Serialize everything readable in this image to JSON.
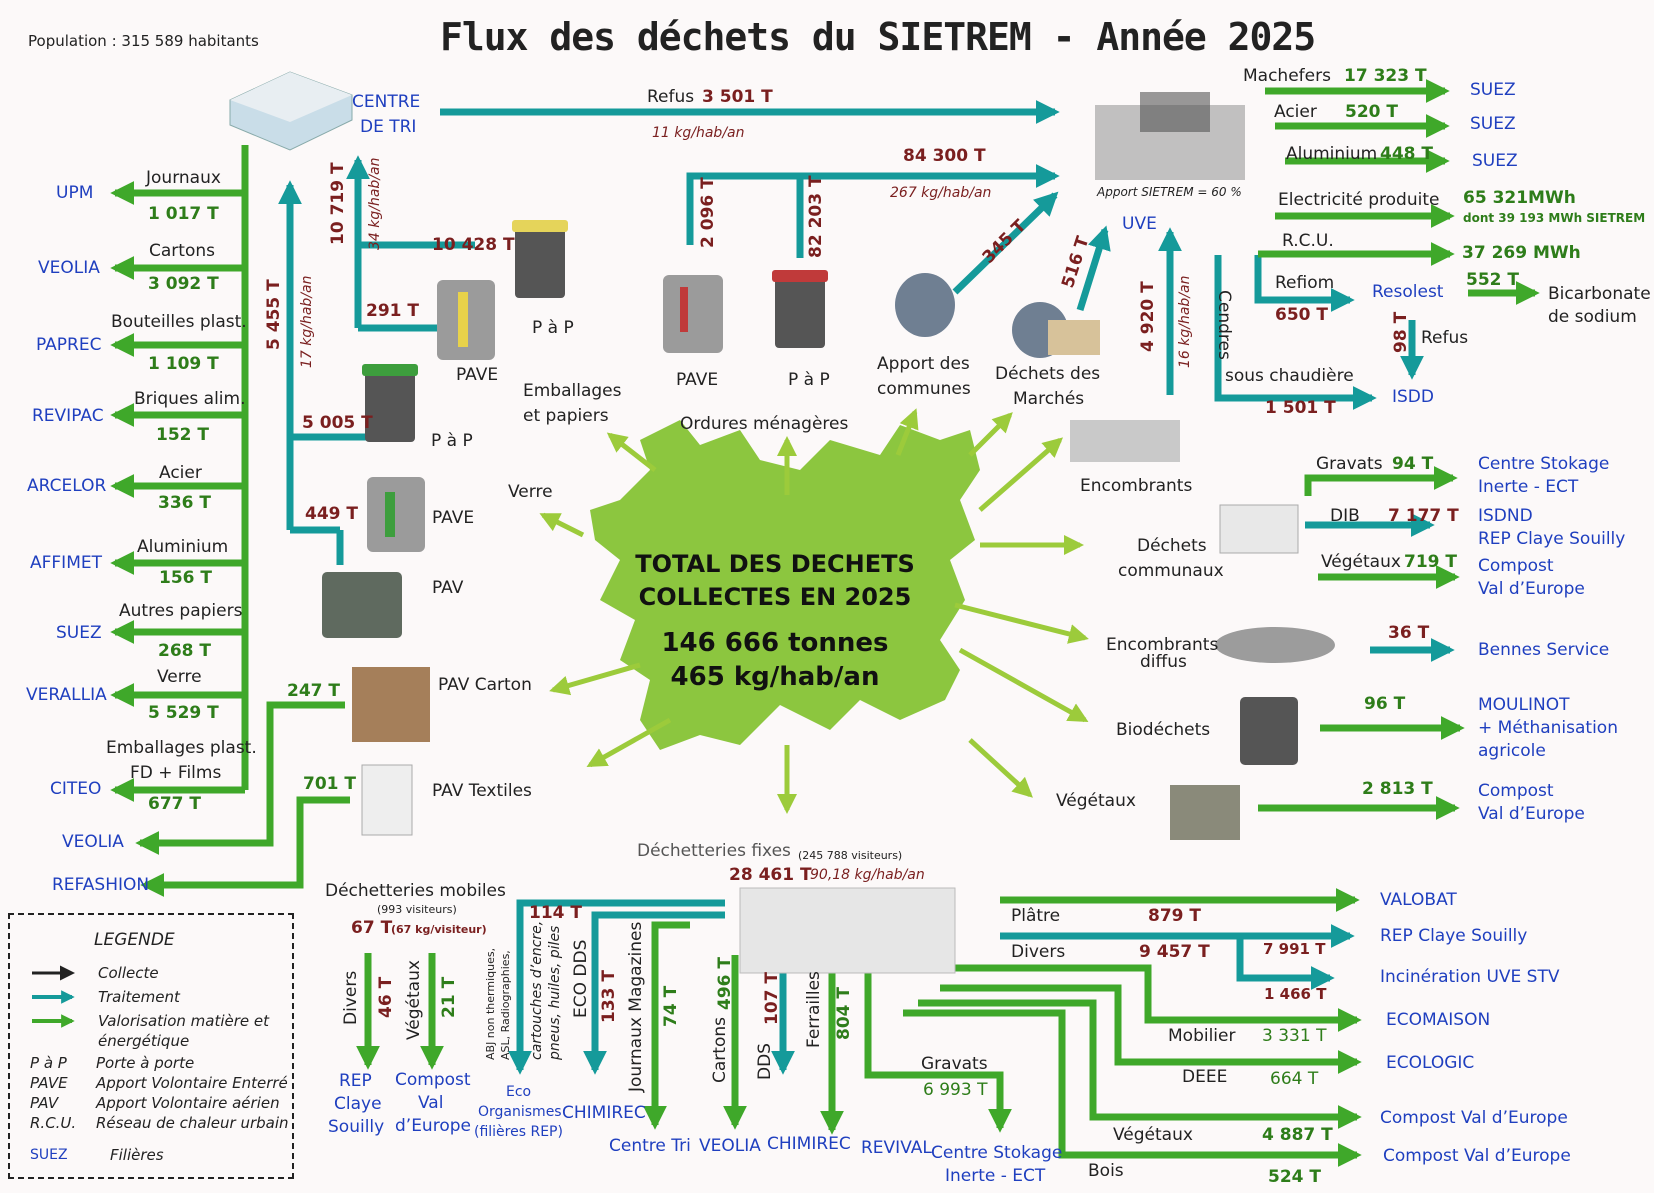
{
  "title": "Flux des déchets du SIETREM - Année 2025",
  "population": "Population : 315 589 habitants",
  "center": {
    "heading_1": "TOTAL DES DECHETS",
    "heading_2": "COLLECTES EN 2025",
    "tonnes": "146 666 tonnes",
    "per_hab": "465 kg/hab/an"
  },
  "centre_tri": {
    "label_1": "CENTRE",
    "label_2": "DE TRI",
    "refus_label": "Refus",
    "refus_value": "3 501 T",
    "refus_per_hab": "11 kg/hab/an",
    "inflow_value": "10 719 T",
    "inflow_per_hab": "34 kg/hab/an"
  },
  "verre_flow": {
    "value": "5 455 T",
    "per_hab": "17 kg/hab/an"
  },
  "outputs_left": [
    {
      "material": "Journaux",
      "tonnage": "1 017 T",
      "filiere": "UPM"
    },
    {
      "material": "Cartons",
      "tonnage": "3 092 T",
      "filiere": "VEOLIA"
    },
    {
      "material": "Bouteilles plast.",
      "tonnage": "1 109 T",
      "filiere": "PAPREC"
    },
    {
      "material": "Briques alim.",
      "tonnage": "152 T",
      "filiere": "REVIPAC"
    },
    {
      "material": "Acier",
      "tonnage": "336 T",
      "filiere": "ARCELOR"
    },
    {
      "material": "Aluminium",
      "tonnage": "156 T",
      "filiere": "AFFIMET"
    },
    {
      "material": "Autres papiers",
      "tonnage": "268 T",
      "filiere": "SUEZ"
    },
    {
      "material": "Verre",
      "tonnage": "5 529  T",
      "filiere": "VERALLIA"
    },
    {
      "material": "Emballages plast.",
      "material_2": "FD + Films",
      "tonnage": "677 T",
      "filiere": "CITEO"
    }
  ],
  "textiles_outputs": {
    "veolia": "VEOLIA",
    "refashion": "REFASHION"
  },
  "emballages": {
    "pap_value": "10 428 T",
    "pave_value": "291 T",
    "pap_label": "P à P",
    "pave_label": "PAVE",
    "group_label_1": "Emballages",
    "group_label_2": "et papiers"
  },
  "verre": {
    "pap_value": "5 005 T",
    "pave_value": "449 T",
    "pap_label": "P à P",
    "pave_label": "PAVE",
    "pav_label": "PAV",
    "group_label": "Verre"
  },
  "pav_carton": {
    "label": "PAV Carton",
    "value": "247 T"
  },
  "pav_textiles": {
    "label": "PAV Textiles",
    "value": "701 T"
  },
  "om": {
    "pave_value": "2 096 T",
    "pap_value": "82 203 T",
    "pave_label": "PAVE",
    "pap_label": "P à P",
    "group_label": "Ordures ménagères",
    "total_value": "84 300 T",
    "total_per_hab": "267 kg/hab/an"
  },
  "apport_communes": {
    "label_1": "Apport des",
    "label_2": "communes",
    "value": "345 T"
  },
  "marches": {
    "label_1": "Déchets des",
    "label_2": "Marchés",
    "value": "516 T"
  },
  "uve": {
    "label": "UVE",
    "apport_note": "Apport SIETREM = 60 %",
    "encombrants_value": "4 920 T",
    "encombrants_per_hab": "16 kg/hab/an"
  },
  "uve_outputs": [
    {
      "material": "Machefers",
      "tonnage": "17 323 T",
      "filiere": "SUEZ"
    },
    {
      "material": "Acier",
      "tonnage": "520 T",
      "filiere": "SUEZ"
    },
    {
      "material": "Aluminium",
      "tonnage": "448 T",
      "filiere": "SUEZ"
    }
  ],
  "energy": {
    "elec_label": "Electricité produite",
    "elec_value": "65 321MWh",
    "elec_note": "dont 39 193 MWh SIETREM",
    "rcu_label": "R.C.U.",
    "rcu_value": "37 269 MWh"
  },
  "refiom": {
    "label": "Refiom",
    "value": "650 T",
    "dest": "Resolest",
    "bicarb_value": "552 T",
    "bicarb_1": "Bicarbonate",
    "bicarb_2": "de sodium",
    "refus_value": "98 T",
    "refus_label": "Refus"
  },
  "cendres": {
    "label": "Cendres",
    "label_2": "sous chaudière",
    "value": "1 501 T",
    "dest": "ISDD"
  },
  "encombrants": {
    "label": "Encombrants"
  },
  "communaux": {
    "label_1": "Déchets",
    "label_2": "communaux",
    "gravats_label": "Gravats",
    "gravats_value": "94 T",
    "gravats_dest_1": "Centre Stokage",
    "gravats_dest_2": "Inerte - ECT",
    "dib_label": "DIB",
    "dib_value": "7 177 T",
    "dib_dest_1": "ISDND",
    "dib_dest_2": "REP Claye Souilly",
    "veg_label": "Végétaux",
    "veg_value": "719 T",
    "veg_dest_1": "Compost",
    "veg_dest_2": "Val d’Europe"
  },
  "diffus": {
    "label_1": "Encombrants",
    "label_2": "diffus",
    "value": "36 T",
    "dest": "Bennes Service"
  },
  "biodechets": {
    "label": "Biodéchets",
    "value": "96 T",
    "dest_1": "MOULINOT",
    "dest_2": "+ Méthanisation",
    "dest_3": "agricole"
  },
  "vegetaux": {
    "label": "Végétaux",
    "value": "2 813 T",
    "dest_1": "Compost",
    "dest_2": "Val d’Europe"
  },
  "dechetteries_fixes": {
    "label": "Déchetteries fixes",
    "visitors": "(245 788 visiteurs)",
    "value": "28 461 T",
    "per_hab": "90,18 kg/hab/an"
  },
  "dechetteries_mobiles": {
    "label": "Déchetteries mobiles",
    "visitors": "(993 visiteurs)",
    "value": "67 T",
    "per_visitor": "(67 kg/visiteur)",
    "divers_label": "Divers",
    "divers_value": "46 T",
    "divers_dest_1": "REP",
    "divers_dest_2": "Claye",
    "divers_dest_3": "Souilly",
    "veg_label": "Végétaux",
    "veg_value": "21 T",
    "veg_dest_1": "Compost",
    "veg_dest_2": "Val",
    "veg_dest_3": "d’Europe"
  },
  "fixes_bottom": {
    "eco_value": "114 T",
    "eco_text_1": "ABJ non thermiques,",
    "eco_text_2": "ASL, Radiographies,",
    "eco_text_3": "cartouches d’encre,",
    "eco_text_4": "pneus, huiles, piles",
    "eco_dest_1": "Eco",
    "eco_dest_2": "Organismes",
    "eco_dest_3": "(filières REP)",
    "ecodds_label": "ECO DDS",
    "ecodds_value": "133 T",
    "ecodds_dest": "CHIMIREC",
    "jm_label": "Journaux Magazines",
    "jm_value": "74 T",
    "jm_dest": "Centre Tri",
    "cartons_label": "Cartons",
    "cartons_value": "496 T",
    "cartons_dest": "VEOLIA",
    "dds_label": "DDS",
    "dds_value": "107 T",
    "dds_dest": "CHIMIREC",
    "ferr_label": "Ferrailles",
    "ferr_value": "804 T",
    "ferr_dest": "REVIVAL",
    "gravats_label": "Gravats",
    "gravats_value": "6 993 T",
    "gravats_dest_1": "Centre Stokage",
    "gravats_dest_2": "Inerte - ECT"
  },
  "fixes_right": [
    {
      "material": "Plâtre",
      "tonnage": "879 T",
      "filiere": "VALOBAT"
    },
    {
      "material": "Divers",
      "tonnage": "9 457 T",
      "filiere": "REP Claye Souilly",
      "split_1": "7 991 T",
      "split_2": "1 466 T",
      "filiere_2": "Incinération UVE STV"
    },
    {
      "material": "Mobilier",
      "tonnage": "3 331 T",
      "filiere": "ECOMAISON"
    },
    {
      "material": "DEEE",
      "tonnage": "664 T",
      "filiere": "ECOLOGIC"
    },
    {
      "material": "Végétaux",
      "tonnage": "4 887 T",
      "filiere": "Compost Val d’Europe"
    },
    {
      "material": "Bois",
      "tonnage": "524 T",
      "filiere": "Compost Val d’Europe"
    }
  ],
  "legend": {
    "title": "LEGENDE",
    "collecte": "Collecte",
    "traitement": "Traitement",
    "valorisation_1": "Valorisation matière et",
    "valorisation_2": "énergétique",
    "abbr": [
      {
        "k": "P à P",
        "v": "Porte à porte"
      },
      {
        "k": "PAVE",
        "v": "Apport Volontaire Enterré"
      },
      {
        "k": "PAV",
        "v": "Apport Volontaire aérien"
      },
      {
        "k": "R.C.U.",
        "v": "Réseau de chaleur urbain"
      }
    ],
    "filiere_sample": "SUEZ",
    "filiere_label": "Filières"
  },
  "colors": {
    "collecte": "#222222",
    "traitement": "#159a9a",
    "valorisation": "#3fa82a",
    "blob": "#8cc63f",
    "tonnage": "#7a1f1f",
    "filiere": "#1f3fbf"
  }
}
